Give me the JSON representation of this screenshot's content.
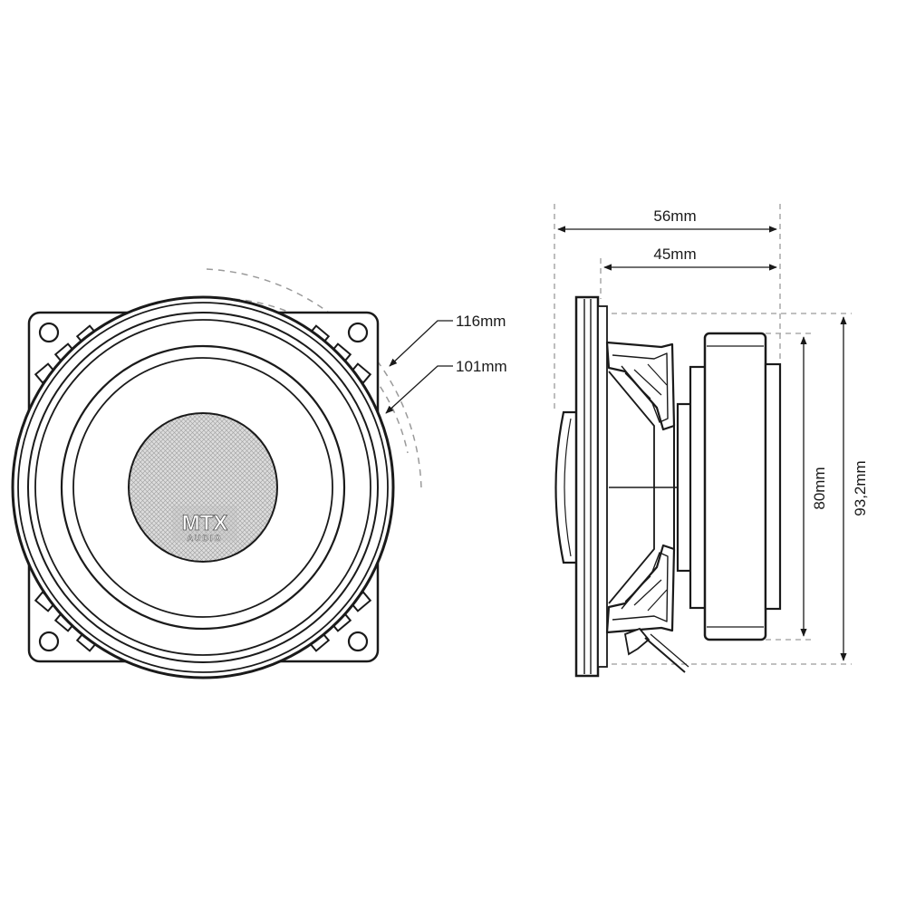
{
  "brand": {
    "logo_main": "MTX",
    "logo_sub": "AUDIO"
  },
  "front_view": {
    "outer_diameter_label": "116mm",
    "cutout_diameter_label": "101mm"
  },
  "side_view": {
    "overall_depth_label": "56mm",
    "mounting_depth_label": "45mm",
    "magnet_diameter_label": "80mm",
    "frame_height_label": "93,2mm"
  },
  "colors": {
    "line": "#1a1a1a",
    "dash": "#9a9a9a",
    "grille": "#d4d4d4"
  }
}
